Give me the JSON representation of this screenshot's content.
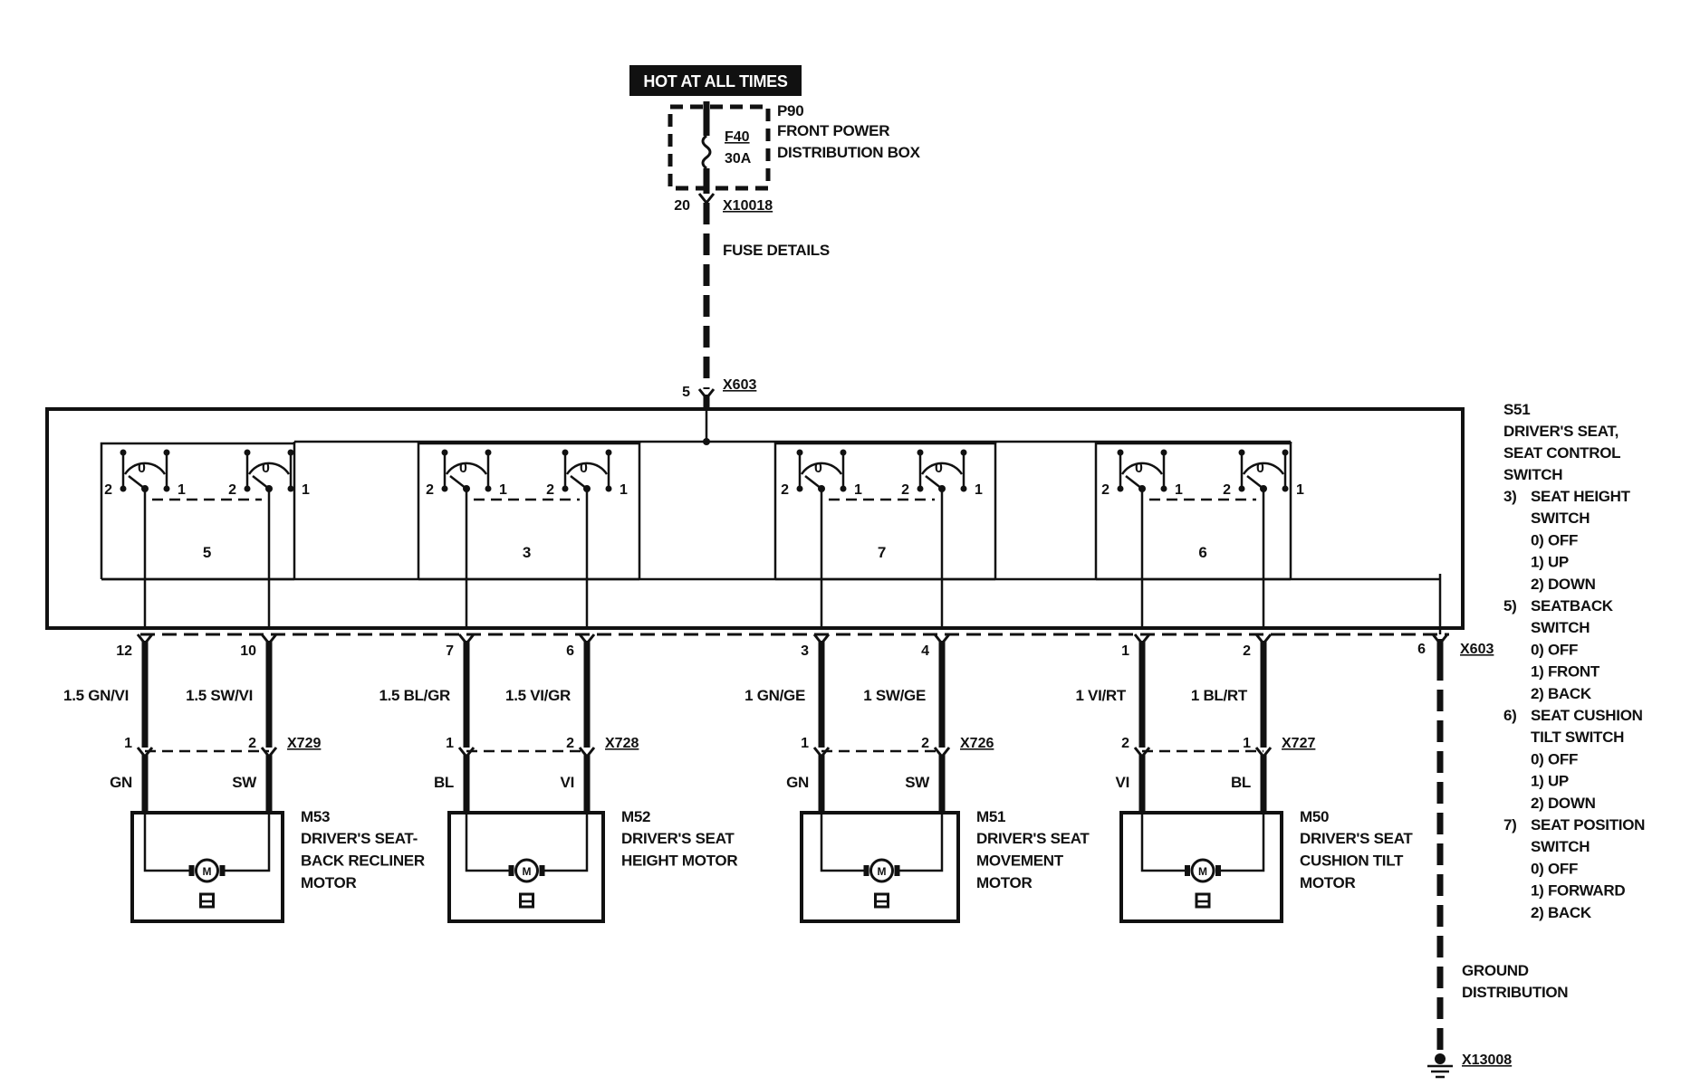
{
  "hot_label": "HOT AT ALL TIMES",
  "fuse_box": {
    "id": "P90",
    "name_line1": "FRONT POWER",
    "name_line2": "DISTRIBUTION BOX",
    "fuse": "F40",
    "rating": "30A",
    "pin": "20",
    "connector": "X10018"
  },
  "fuse_details": "FUSE DETAILS",
  "switch_input": {
    "pin": "5",
    "connector": "X603"
  },
  "switch_module": {
    "id": "S51",
    "lines": [
      "DRIVER'S SEAT,",
      "SEAT CONTROL",
      "SWITCH"
    ]
  },
  "legend": [
    {
      "num": "3)",
      "lines": [
        "SEAT HEIGHT",
        "SWITCH",
        "0) OFF",
        "1) UP",
        "2) DOWN"
      ]
    },
    {
      "num": "5)",
      "lines": [
        "SEATBACK",
        "SWITCH",
        "0) OFF",
        "1) FRONT",
        "2) BACK"
      ]
    },
    {
      "num": "6)",
      "lines": [
        "SEAT CUSHION",
        "TILT SWITCH",
        "0) OFF",
        "1) UP",
        "2) DOWN"
      ]
    },
    {
      "num": "7)",
      "lines": [
        "SEAT POSITION",
        "SWITCH",
        "0) OFF",
        "1) FORWARD",
        "2) BACK"
      ]
    }
  ],
  "switch_positions": {
    "center": "0",
    "left": "2",
    "right": "1"
  },
  "switches": [
    {
      "number": "5"
    },
    {
      "number": "3"
    },
    {
      "number": "7"
    },
    {
      "number": "6"
    }
  ],
  "channels": [
    {
      "pin_a": "12",
      "pin_b": "10",
      "wire_a": "1.5 GN/VI",
      "wire_b": "1.5 SW/VI",
      "conn_pin_a": "1",
      "conn_pin_b": "2",
      "connector": "X729",
      "color_a": "GN",
      "color_b": "SW",
      "motor_id": "M53",
      "motor_lines": [
        "DRIVER'S SEAT-",
        "BACK RECLINER",
        "MOTOR"
      ]
    },
    {
      "pin_a": "7",
      "pin_b": "6",
      "wire_a": "1.5 BL/GR",
      "wire_b": "1.5 VI/GR",
      "conn_pin_a": "1",
      "conn_pin_b": "2",
      "connector": "X728",
      "color_a": "BL",
      "color_b": "VI",
      "motor_id": "M52",
      "motor_lines": [
        "DRIVER'S SEAT",
        "HEIGHT MOTOR"
      ]
    },
    {
      "pin_a": "3",
      "pin_b": "4",
      "wire_a": "1 GN/GE",
      "wire_b": "1 SW/GE",
      "conn_pin_a": "1",
      "conn_pin_b": "2",
      "connector": "X726",
      "color_a": "GN",
      "color_b": "SW",
      "motor_id": "M51",
      "motor_lines": [
        "DRIVER'S SEAT",
        "MOVEMENT",
        "MOTOR"
      ]
    },
    {
      "pin_a": "1",
      "pin_b": "2",
      "wire_a": "1 VI/RT",
      "wire_b": "1 BL/RT",
      "conn_pin_a": "2",
      "conn_pin_b": "1",
      "connector": "X727",
      "color_a": "VI",
      "color_b": "BL",
      "motor_id": "M50",
      "motor_lines": [
        "DRIVER'S SEAT",
        "CUSHION TILT",
        "MOTOR"
      ]
    }
  ],
  "motor_symbol": "M",
  "ground": {
    "pin": "6",
    "connector": "X603",
    "label_line1": "GROUND",
    "label_line2": "DISTRIBUTION",
    "end_connector": "X13008"
  }
}
